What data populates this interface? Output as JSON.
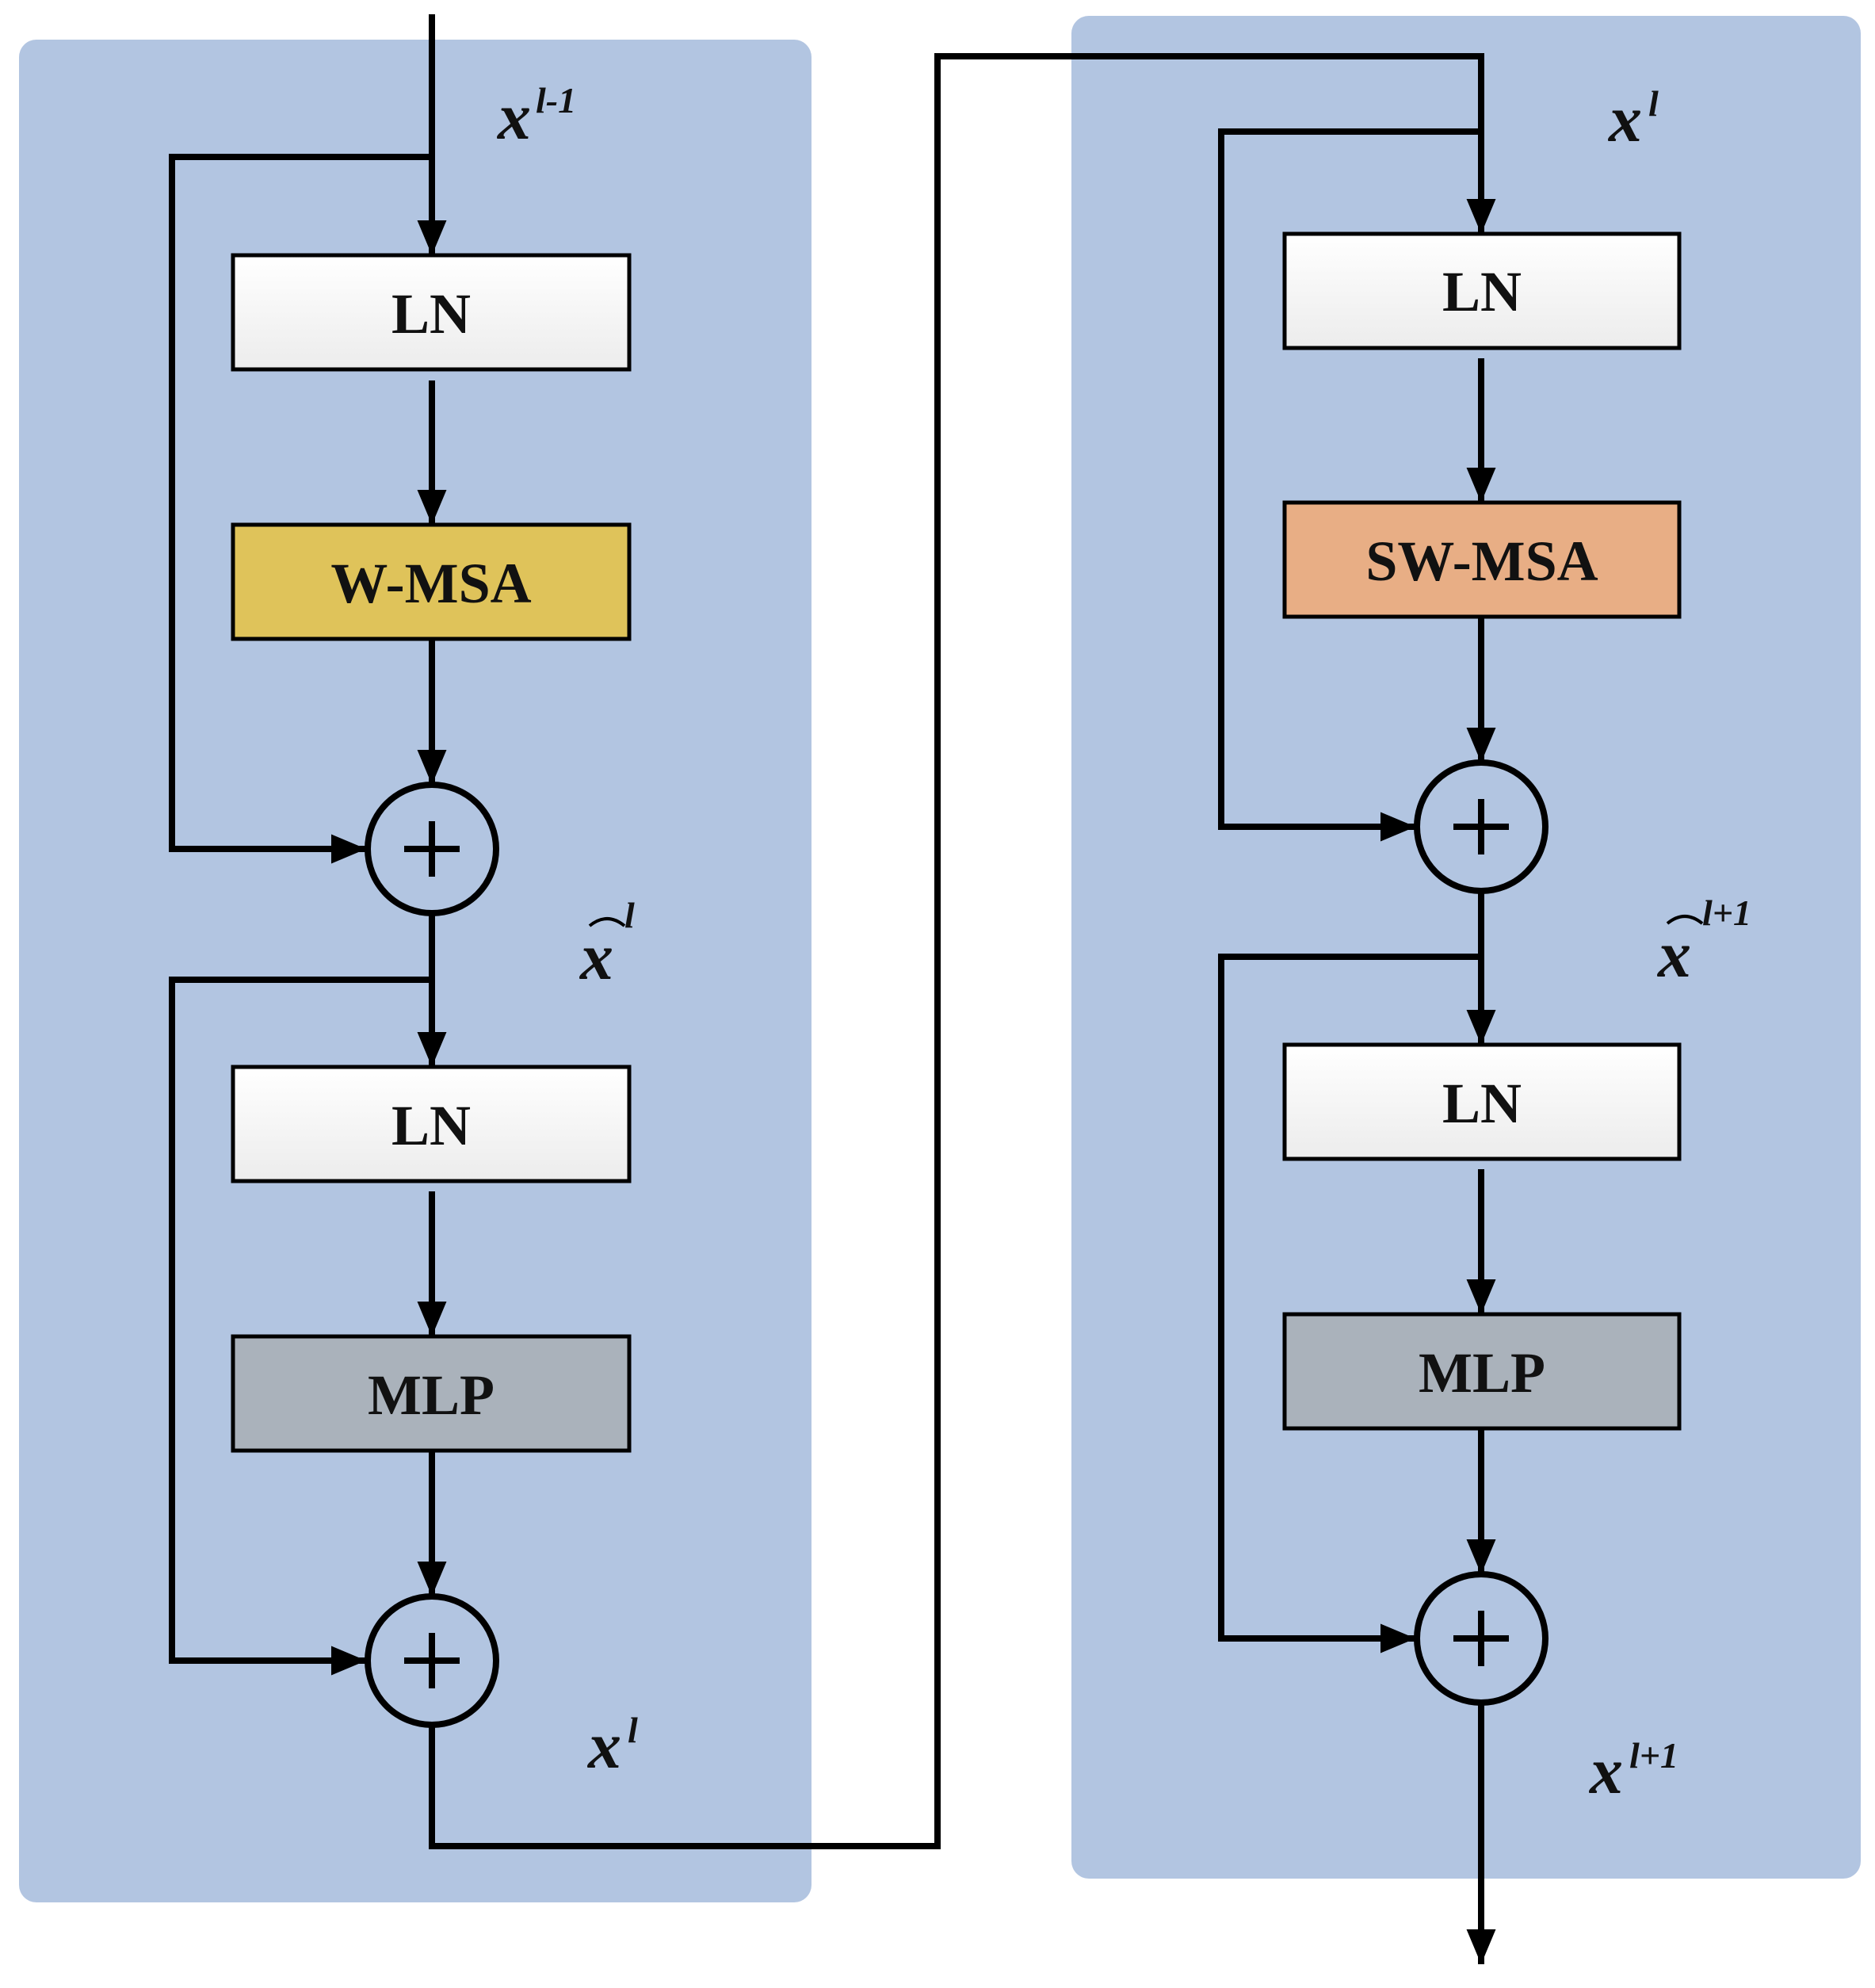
{
  "colors": {
    "panel": "#b2c5e1",
    "ln_box": "#f3f3f3",
    "wmsa_box": "#dfc35a",
    "swmsa_box": "#e8ae85",
    "mlp_box": "#aab2bb",
    "line": "#000000"
  },
  "left_block": {
    "input": {
      "base": "x",
      "sup": "l-1"
    },
    "ln1": "LN",
    "attention": "W-MSA",
    "intermediate": {
      "base": "x",
      "sup": "l"
    },
    "ln2": "LN",
    "mlp": "MLP",
    "output": {
      "base": "x",
      "sup": "l"
    }
  },
  "right_block": {
    "input": {
      "base": "x",
      "sup": "l"
    },
    "ln1": "LN",
    "attention": "SW-MSA",
    "intermediate": {
      "base": "x",
      "sup": "l+1"
    },
    "ln2": "LN",
    "mlp": "MLP",
    "output": {
      "base": "x",
      "sup": "l+1"
    }
  },
  "icons": [
    "plus-circle-icon",
    "arrow-head-icon"
  ]
}
